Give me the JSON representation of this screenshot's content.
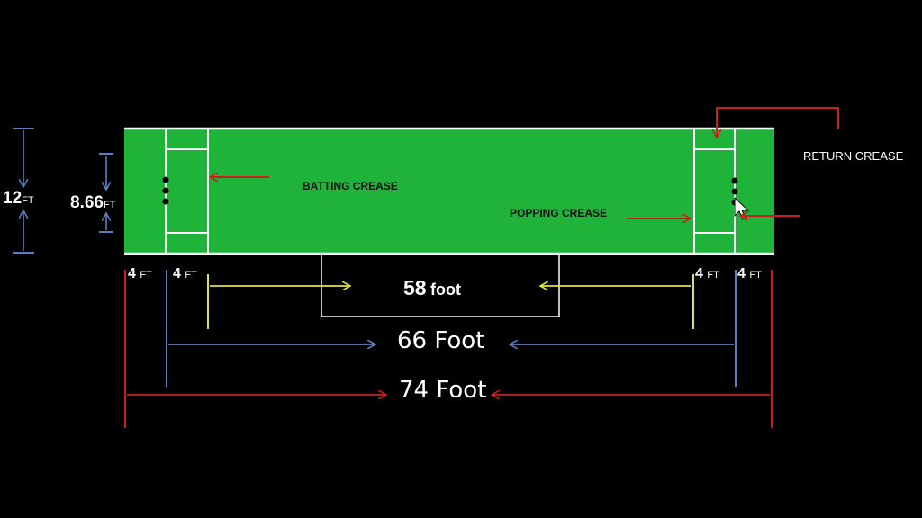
{
  "labels": {
    "batting_crease": "BATTING CREASE",
    "popping_crease": "POPPING CREASE",
    "return_crease": "RETURN CREASE"
  },
  "dimensions": {
    "width_outer": {
      "num": "12",
      "unit": "FT"
    },
    "width_inner": {
      "num": "8.66",
      "unit": "FT"
    },
    "crease_left_1": {
      "num": "4",
      "unit": "FT"
    },
    "crease_left_2": {
      "num": "4",
      "unit": "FT"
    },
    "crease_right_1": {
      "num": "4",
      "unit": "FT"
    },
    "crease_right_2": {
      "num": "4",
      "unit": "FT"
    },
    "length_58": {
      "num": "58",
      "unit": "foot"
    },
    "length_66": "66 Foot",
    "length_74": "74 Foot"
  },
  "colors": {
    "background": "#000000",
    "pitch": "#1fb33a",
    "red_arrow": "#c8201e",
    "yellow_arrow": "#e3e33a",
    "blue_arrow": "#5b7fc4",
    "white": "#ffffff"
  }
}
